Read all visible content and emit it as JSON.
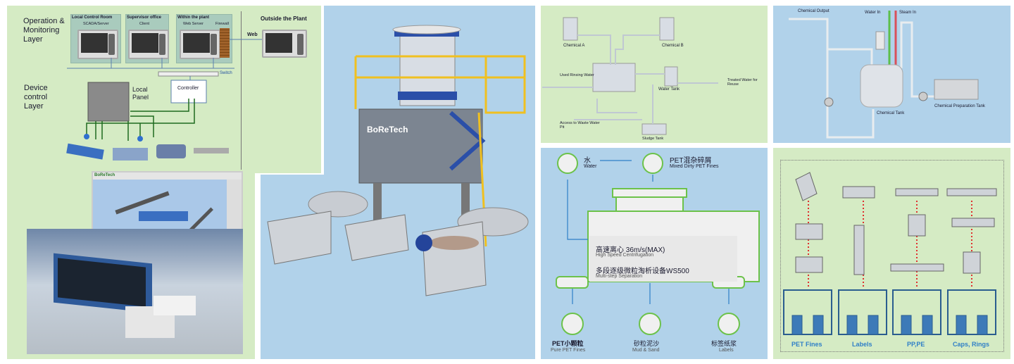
{
  "network": {
    "layer_operation": "Operation & Monitoring Layer",
    "layer_device": "Device control Layer",
    "local_control_room": "Local Control Room",
    "scada": "SCADA/Server",
    "supervisor_office": "Supervisor office",
    "client": "Client",
    "within_plant": "Within the plant",
    "web_server": "Web Server",
    "firewall": "Firewall",
    "outside_plant": "Outside the Plant",
    "web": "Web",
    "switch": "Switch",
    "local_panel": "Local Panel",
    "controller": "Controller"
  },
  "scada_screen": {
    "logo": "BoReTech"
  },
  "machine": {
    "brand": "BoReTech"
  },
  "water_treatment": {
    "chemical_a": "Chemical A",
    "chemical_b": "Chemical B",
    "used_rinsing": "Used Rinsing Water",
    "water_tank": "Water Tank",
    "treated_water": "Treated Water for Reuse",
    "access_pit": "Access to Waste Water Pit",
    "sludge_tank": "Sludge Tank"
  },
  "chemical_system": {
    "chemical_output": "Chemical Output",
    "water_in": "Water In",
    "steam_in": "Steam In",
    "chemical_tank": "Chemical Tank",
    "prep_tank": "Chemical Preparation Tank"
  },
  "separation": {
    "water_cn": "水",
    "water_en": "Water",
    "input_cn": "PET混杂碎屑",
    "input_en": "Mixed Dirty PET Fines",
    "speed_cn": "高速离心 36m/s(MAX)",
    "speed_en": "High Speed Centrifugation",
    "multi_cn": "多段逐级微粒淘析设备WS500",
    "multi_en": "Multi-step Separation",
    "out1_cn": "PET小颗粒",
    "out1_en": "Pure PET Fines",
    "out2_cn": "砂粒泥沙",
    "out2_en": "Mud & Sand",
    "out3_cn": "标签纸浆",
    "out3_en": "Labels"
  },
  "lines": {
    "labels": [
      "PET Fines",
      "Labels",
      "PP,PE",
      "Caps, Rings"
    ]
  },
  "colors": {
    "panel_green": "#d5ebc4",
    "panel_blue": "#b1d2ea",
    "accent_green": "#6cc24a",
    "line_blue": "#2f7fc7"
  }
}
